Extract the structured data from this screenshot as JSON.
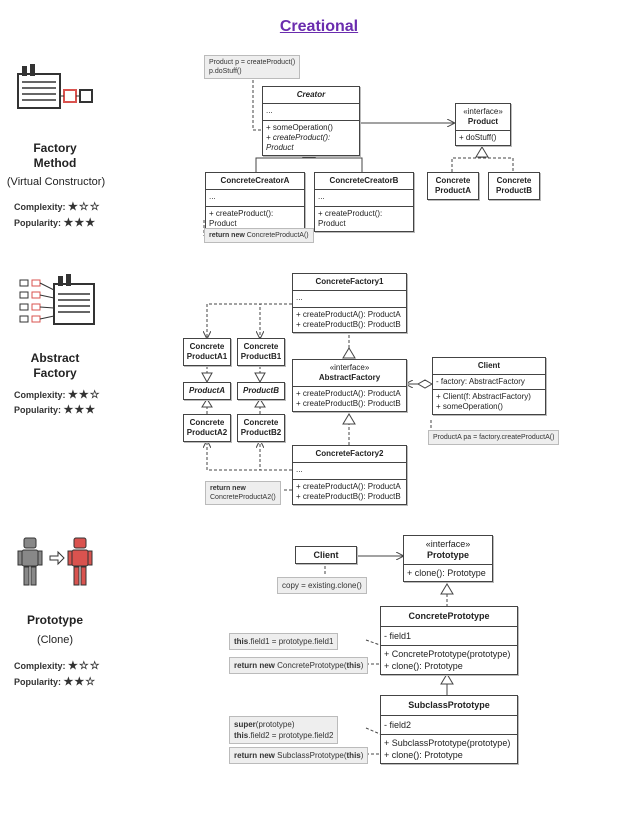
{
  "title": "Creational",
  "colors": {
    "title": "#6a2cae",
    "accent": "#d9534f",
    "line": "#444444"
  },
  "patterns": {
    "factory": {
      "name": "Factory\nMethod",
      "alias": "(Virtual Constructor)",
      "complexity_label": "Complexity:",
      "complexity_stars": "★☆☆",
      "popularity_label": "Popularity:",
      "popularity_stars": "★★★"
    },
    "abstract": {
      "name": "Abstract\nFactory",
      "complexity_label": "Complexity:",
      "complexity_stars": "★★☆",
      "popularity_label": "Popularity:",
      "popularity_stars": "★★★"
    },
    "prototype": {
      "name": "Prototype",
      "alias": "(Clone)",
      "complexity_label": "Complexity:",
      "complexity_stars": "★☆☆",
      "popularity_label": "Popularity:",
      "popularity_stars": "★★☆"
    }
  },
  "fm": {
    "note_top_1": "Product p = createProduct()",
    "note_top_2": "p.doStuff()",
    "creator": {
      "name": "Creator",
      "attrs": "...",
      "op1": "+ someOperation()",
      "op2": "+ createProduct(): Product"
    },
    "product": {
      "stereo": "«interface»",
      "name": "Product",
      "op": "+ doStuff()"
    },
    "ccA": {
      "name": "ConcreteCreatorA",
      "attrs": "...",
      "op": "+ createProduct(): Product"
    },
    "ccB": {
      "name": "ConcreteCreatorB",
      "attrs": "...",
      "op": "+ createProduct(): Product"
    },
    "cpA": "Concrete\nProductA",
    "cpB": "Concrete\nProductB",
    "note_bottom_kw": "return new",
    "note_bottom": "ConcreteProductA()"
  },
  "af": {
    "cf1": {
      "name": "ConcreteFactory1",
      "attrs": "...",
      "op1": "+ createProductA(): ProductA",
      "op2": "+ createProductB(): ProductB"
    },
    "af": {
      "stereo": "«interface»",
      "name": "AbstractFactory",
      "op1": "+ createProductA(): ProductA",
      "op2": "+ createProductB(): ProductB"
    },
    "cf2": {
      "name": "ConcreteFactory2",
      "attrs": "...",
      "op1": "+ createProductA(): ProductA",
      "op2": "+ createProductB(): ProductB"
    },
    "client": {
      "name": "Client",
      "attr": "- factory: AbstractFactory",
      "op1": "+ Client(f: AbstractFactory)",
      "op2": "+ someOperation()"
    },
    "cpA1": "Concrete\nProductA1",
    "cpB1": "Concrete\nProductB1",
    "pA": "ProductA",
    "pB": "ProductB",
    "cpA2": "Concrete\nProductA2",
    "cpB2": "Concrete\nProductB2",
    "note_client": "ProductA pa = factory.createProductA()",
    "note_cf2_kw": "return new",
    "note_cf2": "ConcreteProductA2()"
  },
  "pt": {
    "client": "Client",
    "note_client": "copy = existing.clone()",
    "proto": {
      "stereo": "«interface»",
      "name": "Prototype",
      "op": "+ clone(): Prototype"
    },
    "cproto": {
      "name": "ConcretePrototype",
      "attr": "- field1",
      "op1": "+ ConcretePrototype(prototype)",
      "op2": "+ clone(): Prototype"
    },
    "sproto": {
      "name": "SubclassPrototype",
      "attr": "- field2",
      "op1": "+ SubclassPrototype(prototype)",
      "op2": "+ clone(): Prototype"
    },
    "n1_kw": "this",
    "n1": ".field1 = prototype.field1",
    "n2_kw": "return new",
    "n2": "ConcretePrototype(",
    "n2_kw2": "this",
    "n2_end": ")",
    "n3_kw": "super",
    "n3": "(prototype)",
    "n4_kw": "this",
    "n4": ".field2 = prototype.field2",
    "n5_kw": "return new",
    "n5": "SubclassPrototype(",
    "n5_kw2": "this",
    "n5_end": ")"
  }
}
